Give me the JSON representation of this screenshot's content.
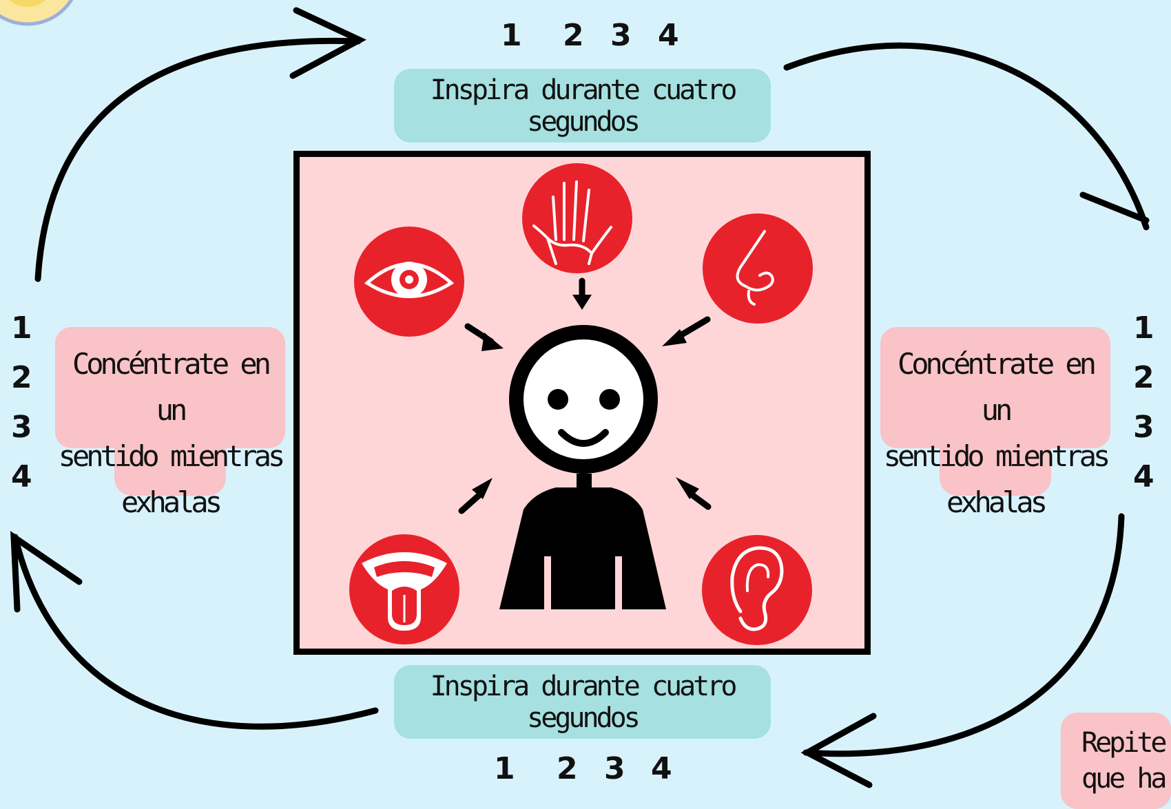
{
  "inhale_top": {
    "label": "Inspira durante cuatro segundos",
    "counts": [
      "1",
      "2",
      "3",
      "4"
    ]
  },
  "inhale_bottom": {
    "label": "Inspira durante cuatro segundos",
    "counts": [
      "1",
      "2",
      "3",
      "4"
    ]
  },
  "exhale_left": {
    "lines": [
      "Concéntrate en un",
      "sentido mientras",
      "exhalas"
    ],
    "counts": [
      "1",
      "2",
      "3",
      "4"
    ]
  },
  "exhale_right": {
    "lines": [
      "Concéntrate en un",
      "sentido mientras",
      "exhalas"
    ],
    "counts": [
      "1",
      "2",
      "3",
      "4"
    ]
  },
  "repeat_note": {
    "lines": [
      "Repite",
      "que ha"
    ]
  },
  "senses": [
    "hand-icon",
    "eye-icon",
    "nose-icon",
    "mouth-tongue-icon",
    "ear-icon"
  ],
  "colors": {
    "background": "#d8f2fc",
    "inhale_box": "#a6e0e0",
    "exhale_box": "#f9c3c7",
    "panel": "#ffd6d8",
    "sense_circle": "#e8222b"
  }
}
